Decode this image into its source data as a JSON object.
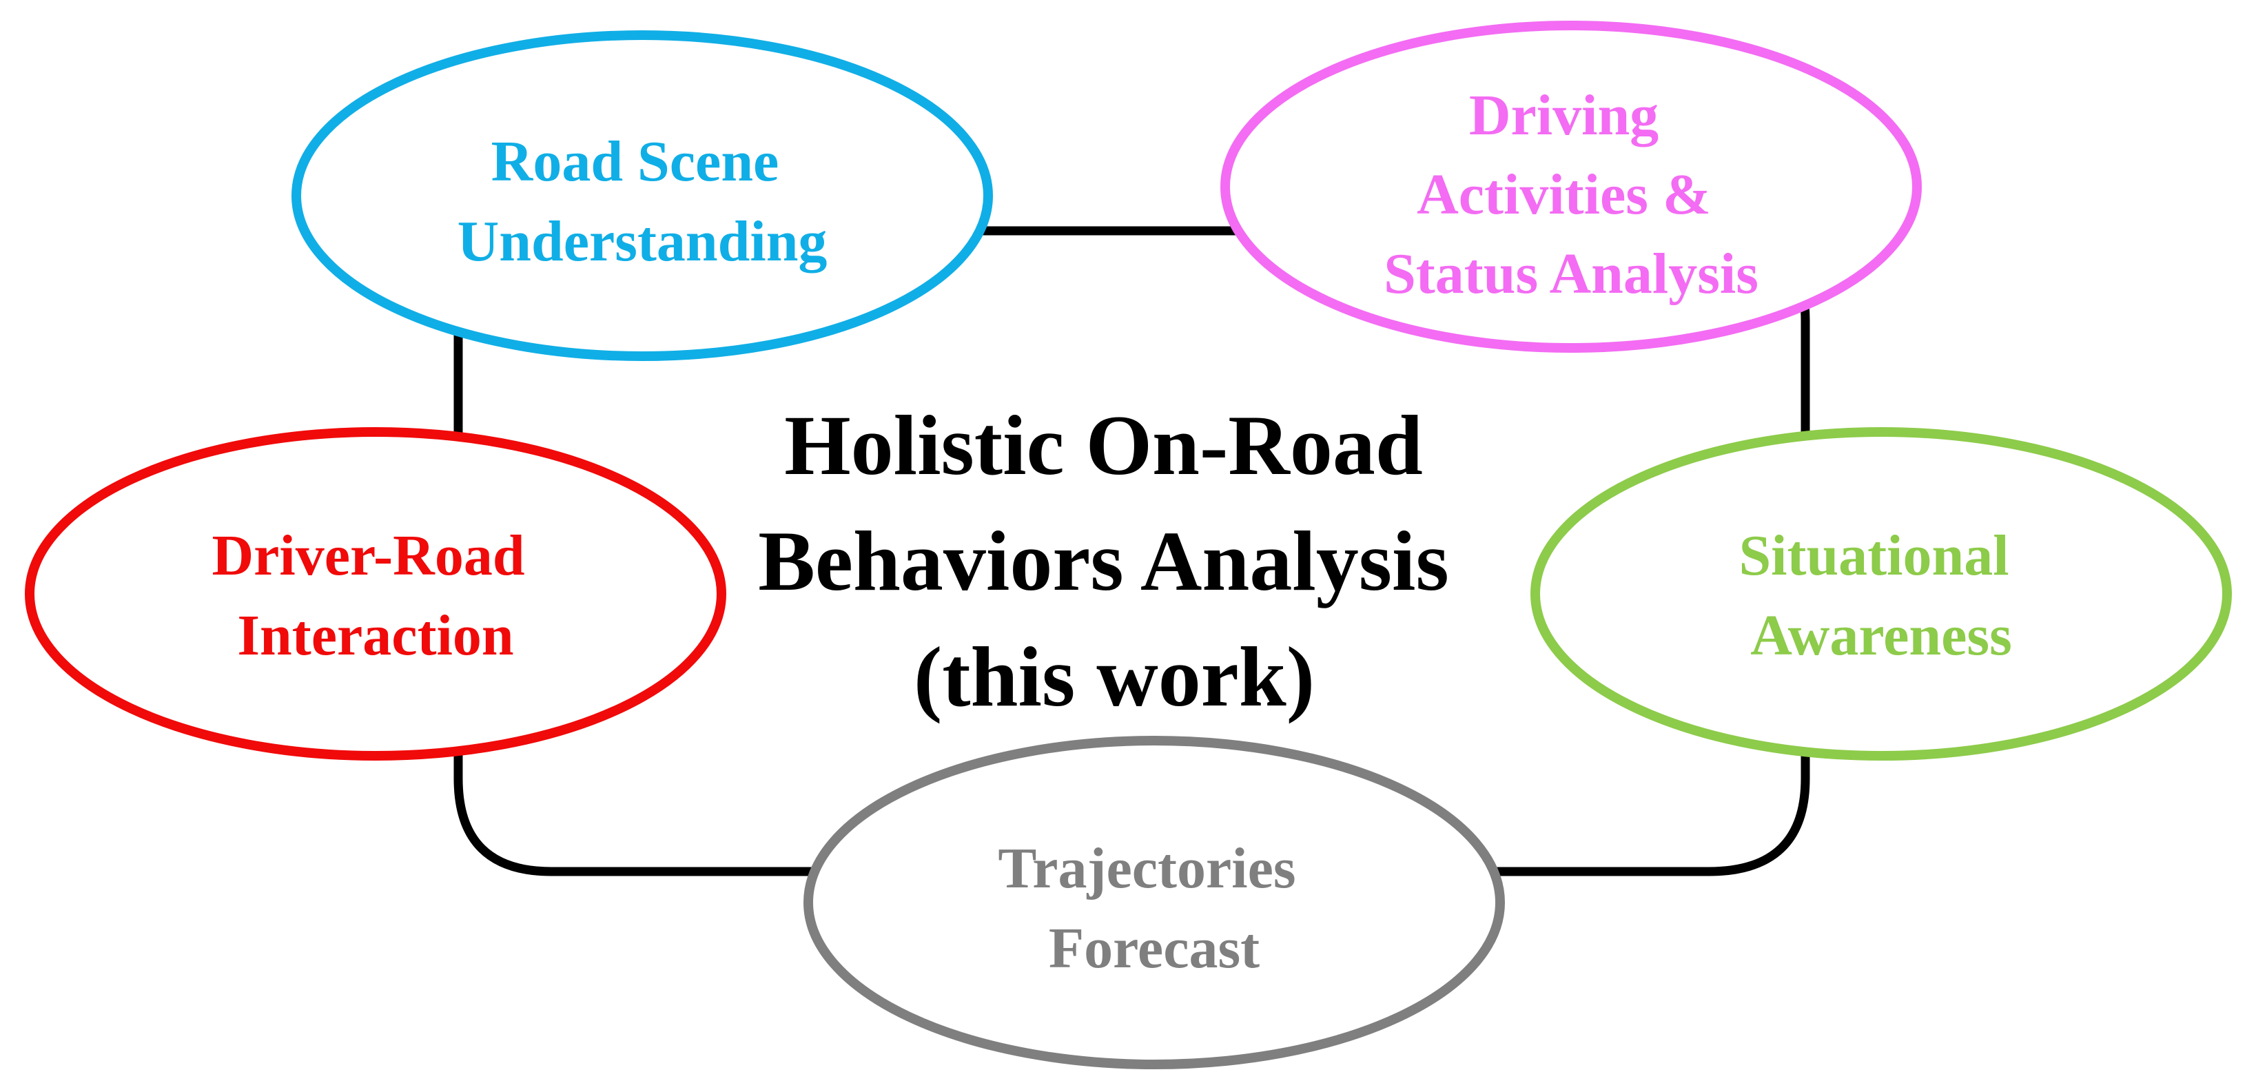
{
  "center": {
    "lines": [
      "Holistic On-Road",
      "Behaviors Analysis",
      "(this work)"
    ],
    "color": "#000000"
  },
  "nodes": {
    "road_scene": {
      "lines": [
        "Road Scene",
        "Understanding"
      ],
      "color": "#10AEE6"
    },
    "driving_activities": {
      "lines": [
        "Driving",
        "Activities &",
        "Status Analysis"
      ],
      "color": "#F36CF3"
    },
    "driver_road": {
      "lines": [
        "Driver-Road",
        "Interaction"
      ],
      "color": "#F00A0A"
    },
    "situational": {
      "lines": [
        "Situational",
        "Awareness"
      ],
      "color": "#8DCB4A"
    },
    "trajectories": {
      "lines": [
        "Trajectories",
        "Forecast"
      ],
      "color": "#7F7F7F"
    }
  },
  "frame": {
    "color": "#000000"
  }
}
